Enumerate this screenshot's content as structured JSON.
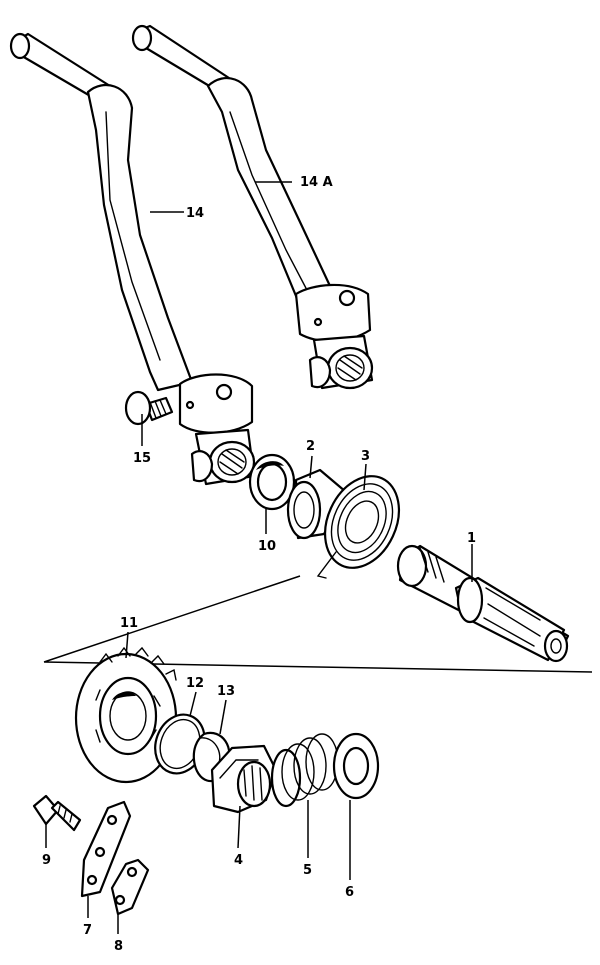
{
  "diagram": {
    "colors": {
      "line": "#000000",
      "background": "#ffffff"
    },
    "callouts": {
      "c1": "1",
      "c2": "2",
      "c3": "3",
      "c4": "4",
      "c5": "5",
      "c6": "6",
      "c7": "7",
      "c8": "8",
      "c9": "9",
      "c10": "10",
      "c11": "11",
      "c12": "12",
      "c13": "13",
      "c14": "14",
      "c14a": "14 A",
      "c15": "15"
    }
  }
}
